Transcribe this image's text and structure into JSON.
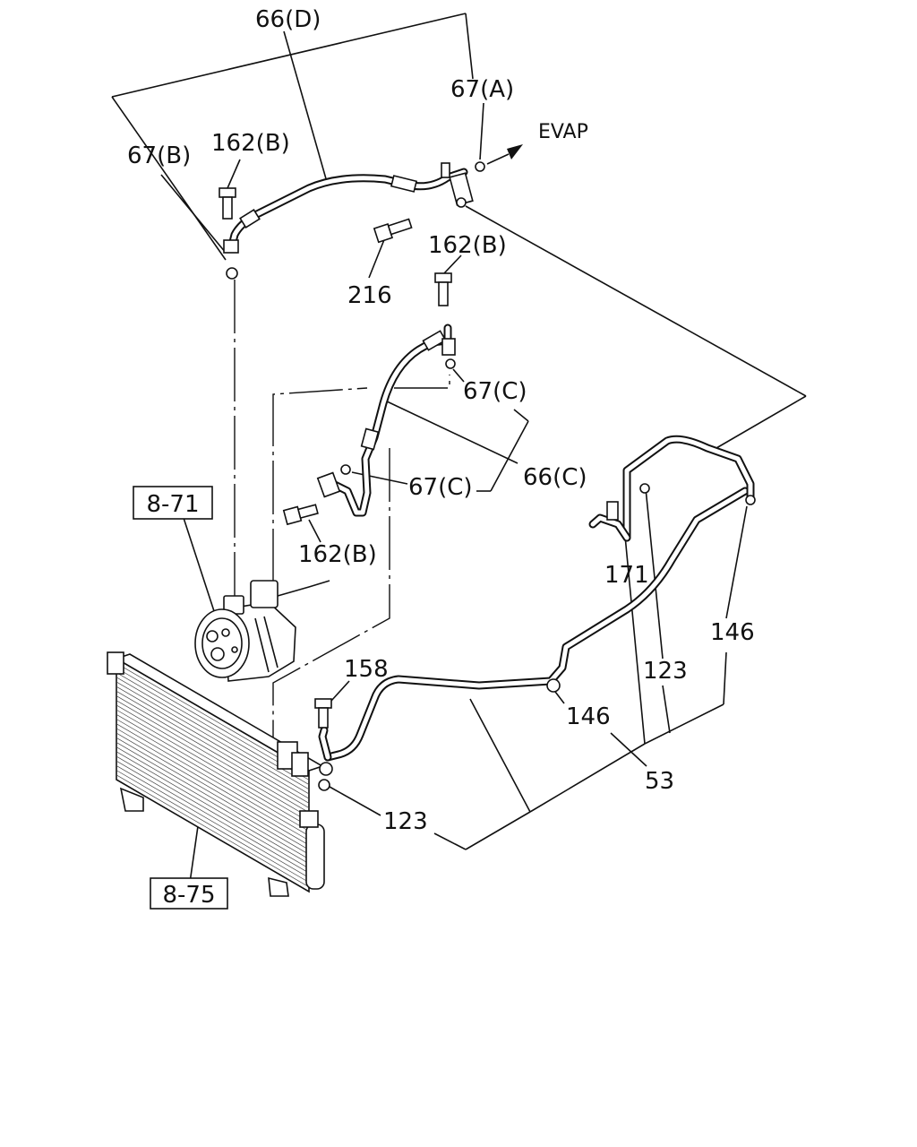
{
  "labels": {
    "l_66d": "66(D)",
    "l_67a": "67(A)",
    "l_evap": "EVAP",
    "l_67b": "67(B)",
    "l_162b_top": "162(B)",
    "l_162b_mid": "162(B)",
    "l_216": "216",
    "l_67c_top": "67(C)",
    "l_67c_mid": "67(C)",
    "l_66c": "66(C)",
    "l_162b_low": "162(B)",
    "l_171": "171",
    "l_146_right": "146",
    "l_123_right": "123",
    "l_158": "158",
    "l_146_mid": "146",
    "l_53": "53",
    "l_123_low": "123"
  },
  "refs": {
    "r_871": "8-71",
    "r_875": "8-75"
  }
}
